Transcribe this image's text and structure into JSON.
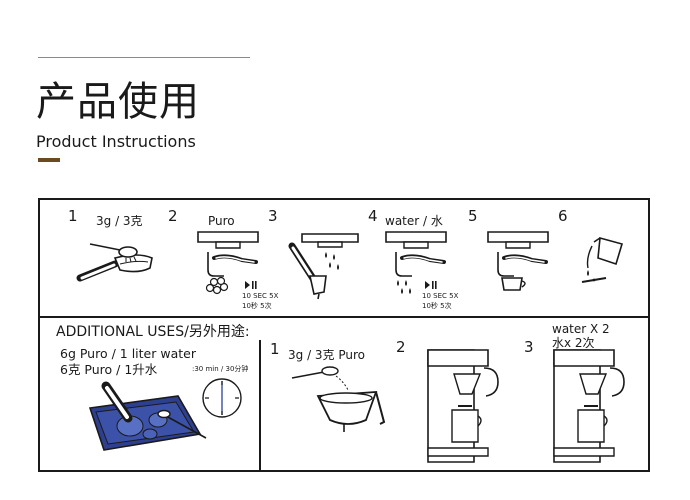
{
  "header": {
    "title_cn": "产品使用",
    "title_en": "Product Instructions",
    "accent_color": "#6b4a1f"
  },
  "steps": [
    {
      "number": "1",
      "label": "3g / 3克"
    },
    {
      "number": "2",
      "label": "Puro",
      "timer": "10 SEC 5X",
      "timer_cn": "10秒 5次"
    },
    {
      "number": "3"
    },
    {
      "number": "4",
      "label": "water / 水",
      "timer": "10 SEC 5X",
      "timer_cn": "10秒 5次"
    },
    {
      "number": "5"
    },
    {
      "number": "6"
    }
  ],
  "additional": {
    "title": "ADDITIONAL USES/另外用途:",
    "soak": {
      "dose_en": "6g Puro / 1 liter water",
      "dose_cn": "6克 Puro / 1升水",
      "duration": ":30 min / 30分钟"
    },
    "machine_steps": [
      {
        "number": "1",
        "label": "3g / 3克 Puro"
      },
      {
        "number": "2"
      },
      {
        "number": "3",
        "label_en": "water X 2",
        "label_cn": "水x 2次"
      }
    ]
  },
  "icons": {
    "play_pause": "play-pause-icon"
  }
}
